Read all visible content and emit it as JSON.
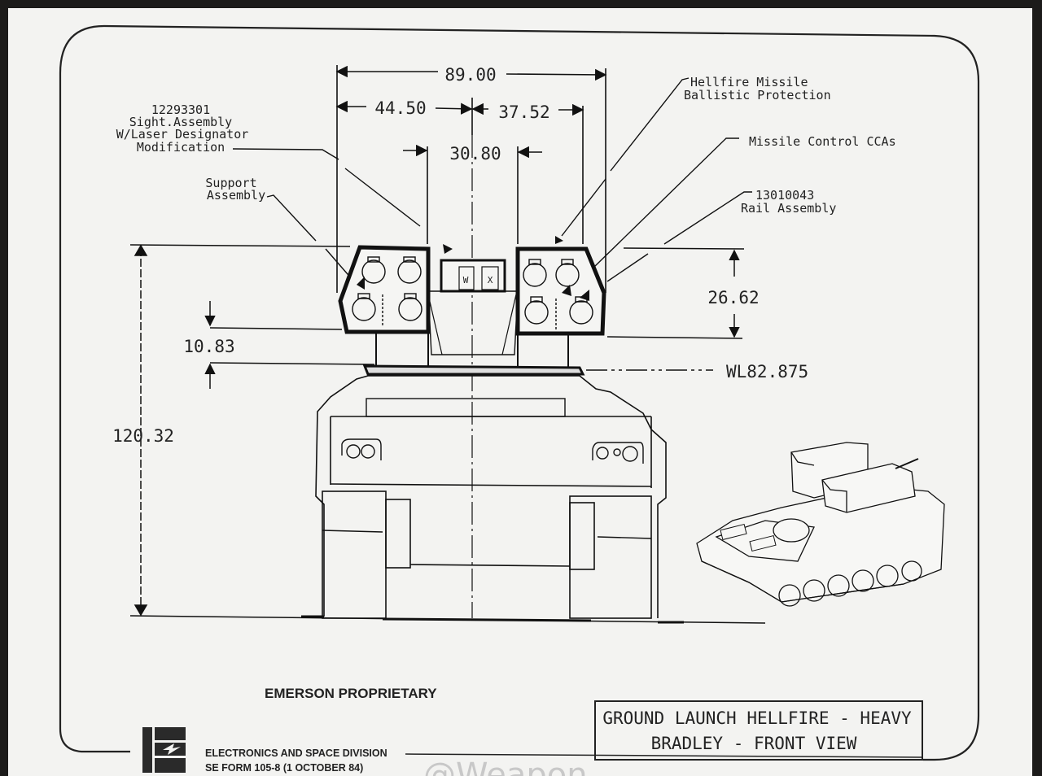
{
  "drawing": {
    "title_block": {
      "line1": "GROUND LAUNCH HELLFIRE - HEAVY",
      "line2": "BRADLEY - FRONT VIEW"
    },
    "proprietary_notice": "EMERSON PROPRIETARY",
    "footer": {
      "division": "ELECTRONICS AND SPACE DIVISION",
      "form": "SE FORM 105-8 (1 OCTOBER 84)",
      "logo_icon": "lightning-bolt-logo"
    },
    "watermark": "@Weapon",
    "dimensions": {
      "overall_width": "89.00",
      "left_half_width": "44.50",
      "right_offset_width": "37.52",
      "center_gap_width": "30.80",
      "launcher_height": "26.62",
      "base_height": "10.83",
      "overall_height": "120.32",
      "waterline": "WL82.875"
    },
    "callouts": {
      "sight_assembly": {
        "part_number": "12293301",
        "line1": "Sight.Assembly",
        "line2": "W/Laser Designator",
        "line3": "Modification"
      },
      "support_assembly": {
        "line1": "Support",
        "line2": "Assembly"
      },
      "ballistic_protection": {
        "line1": "Hellfire Missile",
        "line2": "Ballistic Protection"
      },
      "control_ccas": {
        "line1": "Missile Control CCAs"
      },
      "rail_assembly": {
        "part_number": "13010043",
        "line1": "Rail Assembly"
      }
    },
    "launcher_window_marks": [
      "W",
      "X"
    ],
    "views": {
      "front_view": "front-elevation",
      "iso_view": "isometric-vehicle"
    }
  }
}
